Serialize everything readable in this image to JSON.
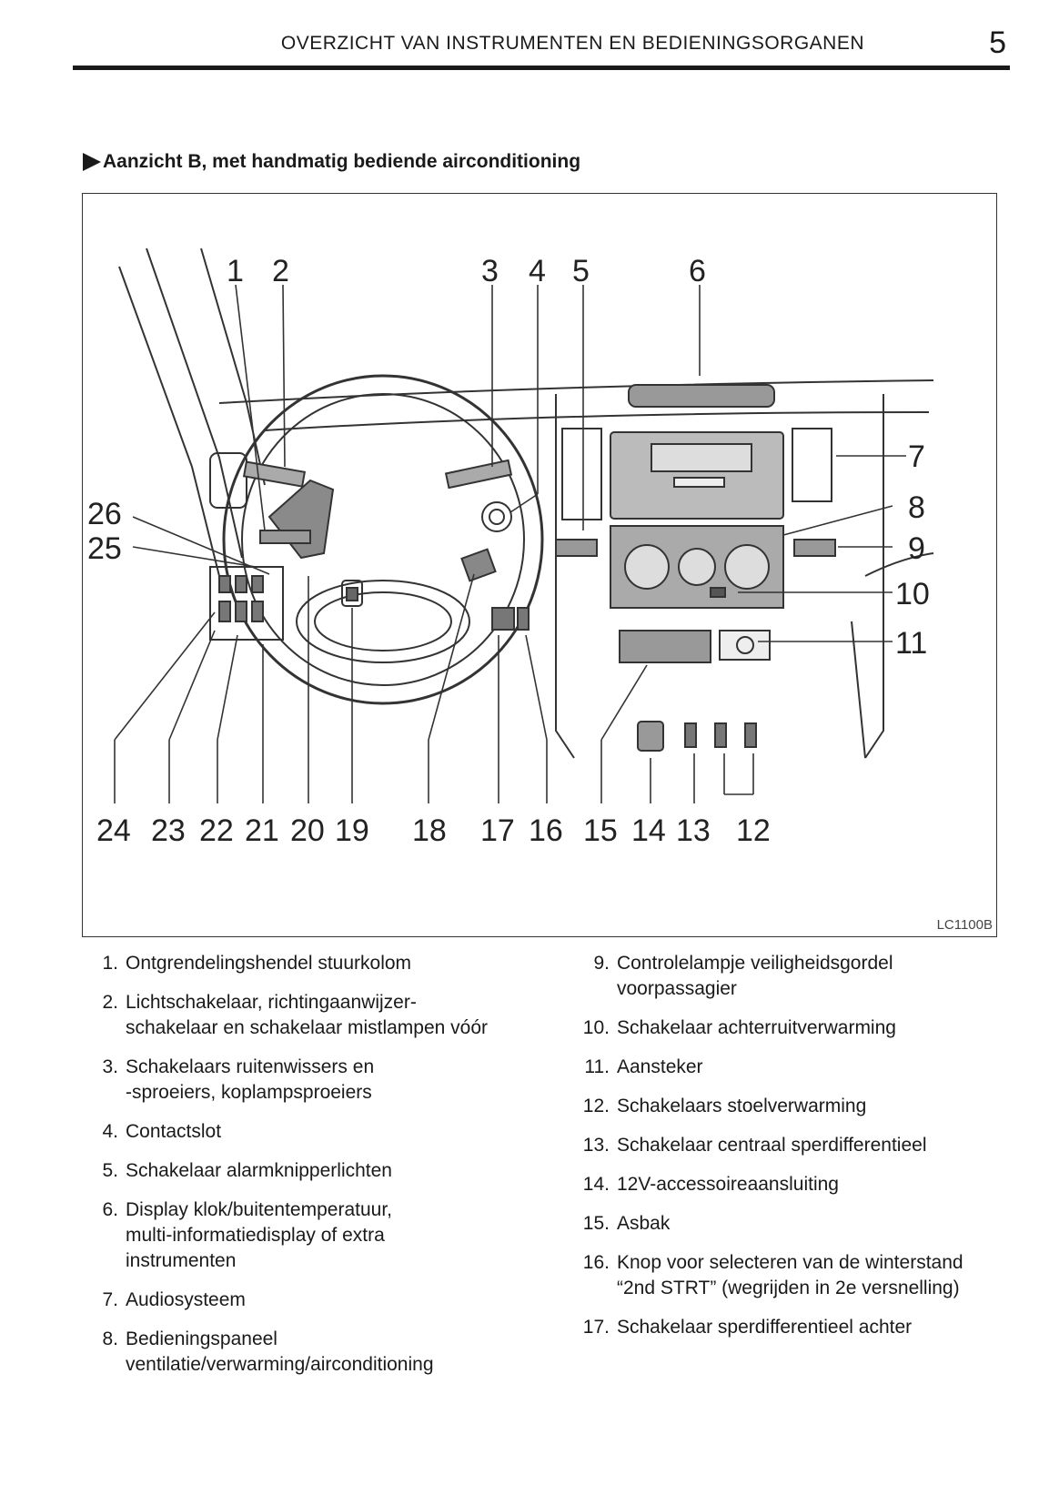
{
  "header": {
    "title": "OVERZICHT VAN INSTRUMENTEN EN BEDIENINGSORGANEN",
    "page_number": "5"
  },
  "section": {
    "title": "Aanzicht B, met handmatig bediende airconditioning"
  },
  "figure": {
    "code": "LC1100B",
    "callouts": [
      "1",
      "2",
      "3",
      "4",
      "5",
      "6",
      "7",
      "8",
      "9",
      "10",
      "11",
      "12",
      "13",
      "14",
      "15",
      "16",
      "17",
      "18",
      "19",
      "20",
      "21",
      "22",
      "23",
      "24",
      "25",
      "26"
    ]
  },
  "legend_left": [
    {
      "num": "1.",
      "lines": [
        "Ontgrendelingshendel stuurkolom"
      ]
    },
    {
      "num": "2.",
      "lines": [
        "Lichtschakelaar, richtingaanwijzer-",
        "schakelaar en schakelaar mistlampen vóór"
      ]
    },
    {
      "num": "3.",
      "lines": [
        "Schakelaars ruitenwissers en",
        "-sproeiers, koplampsproeiers"
      ]
    },
    {
      "num": "4.",
      "lines": [
        "Contactslot"
      ]
    },
    {
      "num": "5.",
      "lines": [
        "Schakelaar alarmknipperlichten"
      ]
    },
    {
      "num": "6.",
      "lines": [
        "Display klok/buitentemperatuur,",
        "multi-informatiedisplay of extra",
        "instrumenten"
      ]
    },
    {
      "num": "7.",
      "lines": [
        "Audiosysteem"
      ]
    },
    {
      "num": "8.",
      "lines": [
        "Bedieningspaneel",
        "ventilatie/verwarming/airconditioning"
      ]
    }
  ],
  "legend_right": [
    {
      "num": "9.",
      "lines": [
        "Controlelampje veiligheidsgordel",
        "voorpassagier"
      ]
    },
    {
      "num": "10.",
      "lines": [
        "Schakelaar achterruitverwarming"
      ]
    },
    {
      "num": "11.",
      "lines": [
        "Aansteker"
      ]
    },
    {
      "num": "12.",
      "lines": [
        "Schakelaars stoelverwarming"
      ]
    },
    {
      "num": "13.",
      "lines": [
        "Schakelaar centraal sperdifferentieel"
      ]
    },
    {
      "num": "14.",
      "lines": [
        "12V-accessoireaansluiting"
      ]
    },
    {
      "num": "15.",
      "lines": [
        "Asbak"
      ]
    },
    {
      "num": "16.",
      "lines": [
        "Knop voor selecteren van de winterstand",
        "“2nd STRT” (wegrijden in 2e versnelling)"
      ]
    },
    {
      "num": "17.",
      "lines": [
        "Schakelaar sperdifferentieel achter"
      ]
    }
  ]
}
